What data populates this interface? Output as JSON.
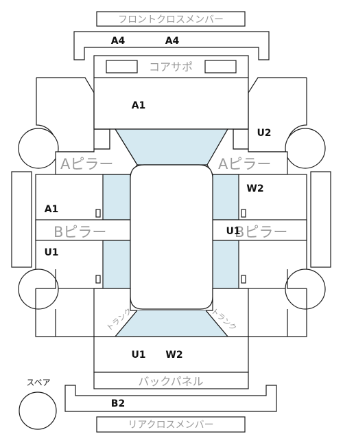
{
  "part_labels": {
    "front_cross_member": "フロントクロスメンバー",
    "core_support": "コアサポ",
    "a_pillar_left": "Aピラー",
    "a_pillar_right": "Aピラー",
    "b_pillar_left": "Bピラー",
    "b_pillar_right": "Bピラー",
    "back_panel": "バックパネル",
    "rear_cross_member": "リアクロスメンバー",
    "spare": "スペア",
    "trunk_left": "トランク",
    "trunk_right": "トランク"
  },
  "damage_codes": {
    "front_member_left": "A4",
    "front_member_right": "A4",
    "hood_area": "A1",
    "front_right_fender": "U2",
    "right_front_door": "W2",
    "left_front_door": "A1",
    "right_b_pillar": "U1",
    "left_rear_door": "U1",
    "trunk_left": "U1",
    "trunk_right": "W2",
    "rear_member": "B2"
  }
}
